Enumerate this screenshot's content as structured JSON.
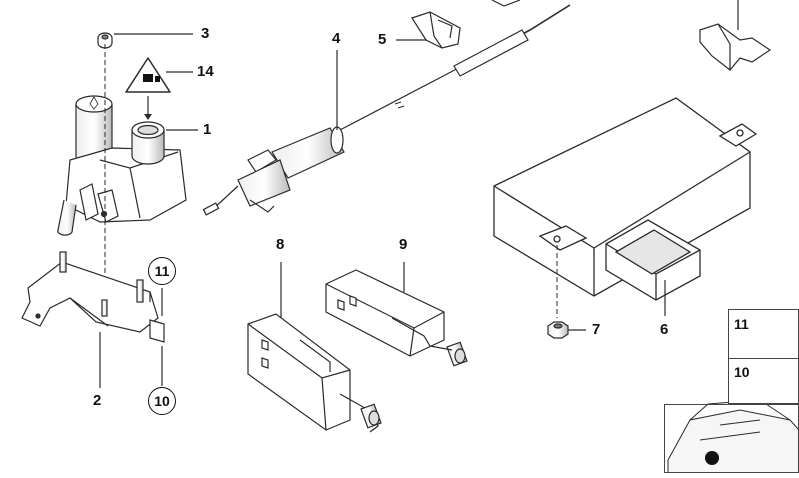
{
  "callouts": {
    "c1": "1",
    "c2": "2",
    "c3": "3",
    "c4": "4",
    "c5": "5",
    "c6": "6",
    "c7": "7",
    "c8": "8",
    "c9": "9",
    "c10": "10",
    "c11": "11",
    "c14": "14"
  },
  "side_legend": {
    "top_label": "11",
    "bottom_label": "10"
  },
  "colors": {
    "line": "#2b2b2b",
    "fill": "#ffffff",
    "shade": "#d8d8d8"
  }
}
